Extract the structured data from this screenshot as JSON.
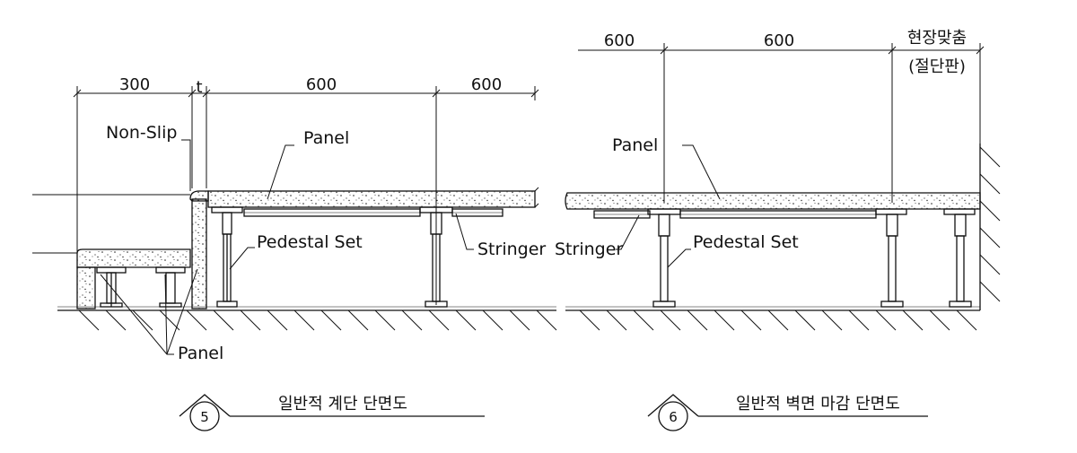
{
  "palette": {
    "line": "#111111",
    "background": "#ffffff"
  },
  "section_left": {
    "number": "5",
    "title": "일반적 계단 단면도",
    "dimensions": {
      "d300": "300",
      "t": "t",
      "d600a": "600",
      "d600b": "600"
    },
    "labels": {
      "non_slip": "Non-Slip",
      "panel": "Panel",
      "pedestal_set": "Pedestal Set",
      "stringer": "Stringer",
      "panel_lower": "Panel"
    }
  },
  "section_right": {
    "number": "6",
    "title": "일반적 벽면 마감 단면도",
    "dimensions": {
      "d600a": "600",
      "d600b": "600",
      "site_fit": "현장맞춤",
      "cut_panel": "(절단판)"
    },
    "labels": {
      "panel": "Panel",
      "stringer": "Stringer",
      "pedestal_set": "Pedestal Set"
    }
  }
}
